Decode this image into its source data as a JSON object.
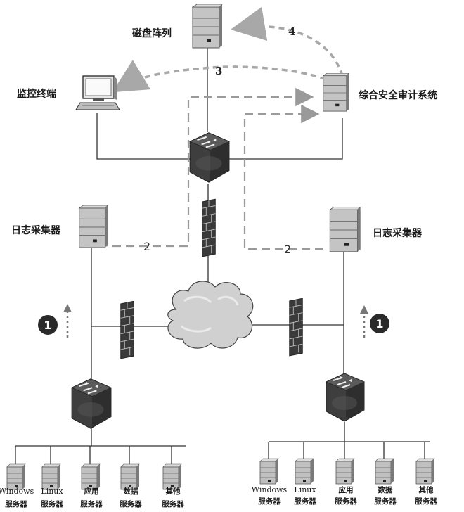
{
  "labels": {
    "disk_array": "磁盘阵列",
    "monitor_terminal": "监控终端",
    "audit_system": "综合安全审计系统",
    "log_collector_left": "日志采集器",
    "log_collector_right": "日志采集器"
  },
  "flow_numbers": {
    "to_disk": "4",
    "to_monitor": "3",
    "left_collector": "2",
    "right_collector": "2",
    "left_collect": "1",
    "right_collect": "1"
  },
  "left_servers": [
    {
      "line1": "Windows",
      "line2": "服务器"
    },
    {
      "line1": "Linux",
      "line2": "服务器"
    },
    {
      "line1": "应用",
      "line2": "服务器"
    },
    {
      "line1": "数据",
      "line2": "服务器"
    },
    {
      "line1": "其他",
      "line2": "服务器"
    }
  ],
  "right_servers": [
    {
      "line1": "Windows",
      "line2": "服务器"
    },
    {
      "line1": "Linux",
      "line2": "服务器"
    },
    {
      "line1": "应用",
      "line2": "服务器"
    },
    {
      "line1": "数据",
      "line2": "服务器"
    },
    {
      "line1": "其他",
      "line2": "服务器"
    }
  ],
  "colors": {
    "line": "#333333",
    "dash": "#9a9a9a",
    "server_body": "#bdbdbd",
    "server_dark": "#6f6f6f",
    "switch_body": "#4a4a4a",
    "brick": "#3a3a3a",
    "badge": "#2a2a2a"
  }
}
